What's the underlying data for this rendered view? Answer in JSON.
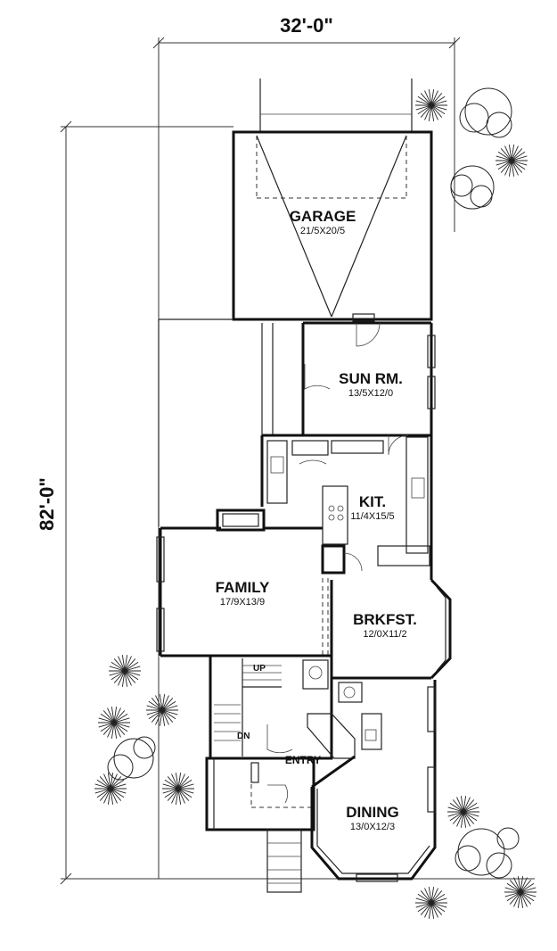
{
  "dimensions": {
    "width_label": "32'-0\"",
    "depth_label": "82'-0\""
  },
  "rooms": [
    {
      "id": "garage",
      "name": "GARAGE",
      "size": "21/5X20/5"
    },
    {
      "id": "sun-room",
      "name": "SUN RM.",
      "size": "13/5X12/0"
    },
    {
      "id": "kitchen",
      "name": "KIT.",
      "size": "11/4X15/5"
    },
    {
      "id": "family",
      "name": "FAMILY",
      "size": "17/9X13/9"
    },
    {
      "id": "breakfast",
      "name": "BRKFST.",
      "size": "12/0X11/2"
    },
    {
      "id": "entry",
      "name": "ENTRY",
      "size": ""
    },
    {
      "id": "dining",
      "name": "DINING",
      "size": "13/0X12/3"
    }
  ],
  "stairs": {
    "up_label": "UP",
    "down_label": "DN"
  }
}
